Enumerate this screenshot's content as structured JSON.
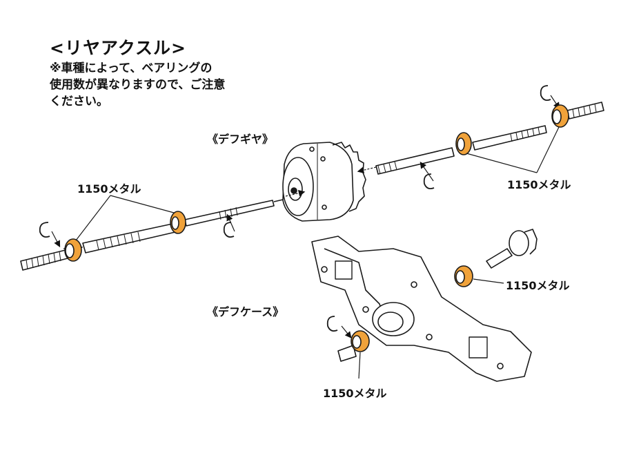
{
  "title": "<リヤアクスル>",
  "note_lines": [
    "※車種によって、ベアリングの",
    "使用数が異なりますので、ご注意",
    "ください。"
  ],
  "sections": {
    "differential_gear": "《デフギヤ》",
    "differential_case": "《デフケース》"
  },
  "part_labels": {
    "left_shaft_metal": "1150メタル",
    "right_shaft_metal": "1150メタル",
    "case_upper_metal": "1150メタル",
    "case_lower_metal": "1150メタル"
  },
  "colors": {
    "metal_bushing": "#f0a23a",
    "outline": "#1a1a1a",
    "part_fill": "#ffffff"
  }
}
